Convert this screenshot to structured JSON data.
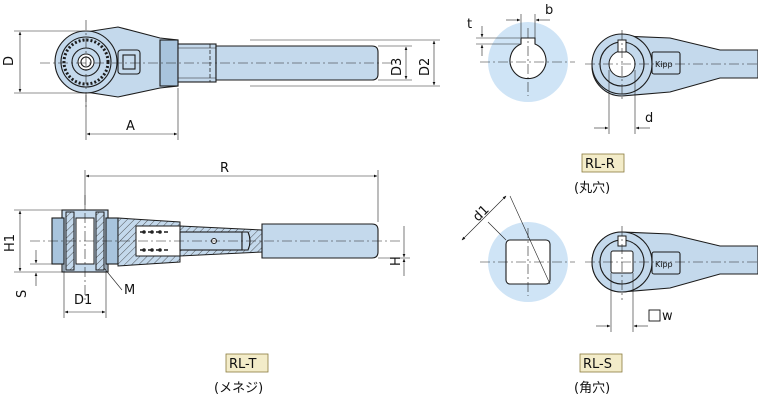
{
  "dimensions": {
    "D": "D",
    "A": "A",
    "D3": "D3",
    "D2": "D2",
    "R": "R",
    "H1": "H1",
    "H": "H",
    "S": "S",
    "D1": "D1",
    "M": "M",
    "t": "t",
    "b": "b",
    "d": "d",
    "d1": "d1",
    "w": "w"
  },
  "variants": [
    {
      "code": "RL-T",
      "desc": "(メネジ)"
    },
    {
      "code": "RL-R",
      "desc": "(丸穴)"
    },
    {
      "code": "RL-S",
      "desc": "(角穴)"
    }
  ],
  "brand": "Kipp",
  "colors": {
    "part": "#c4d9ec",
    "halo": "#cfe4f6",
    "tag": "#f3ecc9"
  }
}
